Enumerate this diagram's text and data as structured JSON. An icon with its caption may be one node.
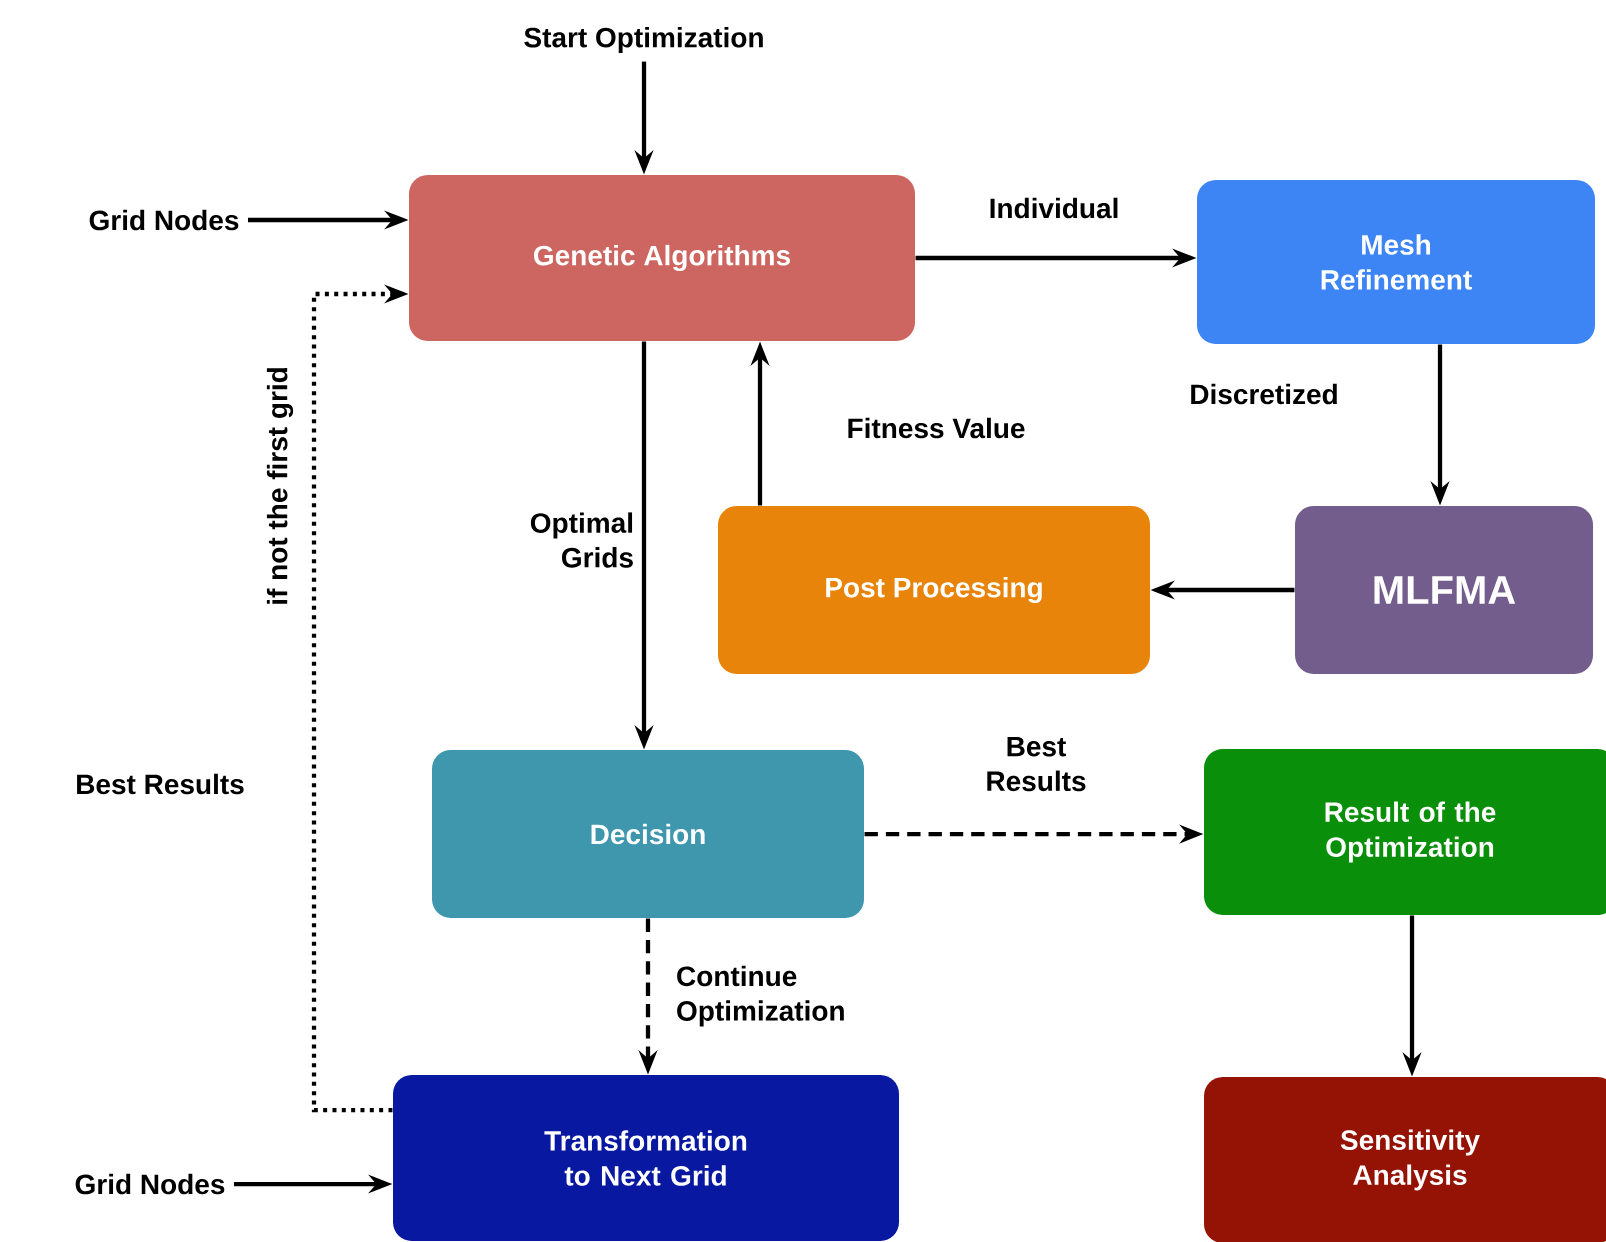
{
  "diagram": {
    "nodes": [
      {
        "text": [
          "Start Optimization"
        ]
      },
      {
        "text": [
          "Grid Nodes"
        ]
      },
      {
        "text": [
          "Genetic Algorithms"
        ]
      },
      {
        "text": [
          "Mesh Refinement"
        ]
      },
      {
        "text": [
          "Post Processing"
        ]
      },
      {
        "text": [
          "MLFMA"
        ]
      },
      {
        "text": [
          "Decision"
        ]
      },
      {
        "text": [
          "Result of the Optimization"
        ]
      },
      {
        "text": [
          "Grid Nodes"
        ]
      },
      {
        "text": [
          "Transformation to Next Grid"
        ]
      },
      {
        "text": [
          "Sensitivity Analysis"
        ]
      }
    ],
    "edges": [
      {
        "from": 0,
        "to": 2,
        "arrow": "to"
      },
      {
        "from": 1,
        "to": 2,
        "arrow": "to"
      },
      {
        "from": 2,
        "to": 3,
        "arrow": "to",
        "label": "Individual"
      },
      {
        "from": 3,
        "to": 5,
        "arrow": "to",
        "label": "Discretized"
      },
      {
        "from": 5,
        "to": 4,
        "arrow": "to"
      },
      {
        "from": 4,
        "to": 2,
        "arrow": "to",
        "label": "Fitness Value"
      },
      {
        "from": 2,
        "to": 6,
        "arrow": "to",
        "label": "Optimal Grids"
      },
      {
        "from": 6,
        "to": 7,
        "arrow": "to",
        "label": "Best Results",
        "style": "dashed"
      },
      {
        "from": 6,
        "to": 9,
        "arrow": "to",
        "label": "Continue Optimization",
        "style": "dashed"
      },
      {
        "from": 9,
        "to": 2,
        "arrow": "to",
        "label": "if not the first grid",
        "style": "dashed"
      },
      {
        "from": 8,
        "to": 9,
        "arrow": "to"
      },
      {
        "from": 7,
        "to": 10,
        "arrow": "to"
      }
    ],
    "labels": [
      "Best Results"
    ]
  }
}
